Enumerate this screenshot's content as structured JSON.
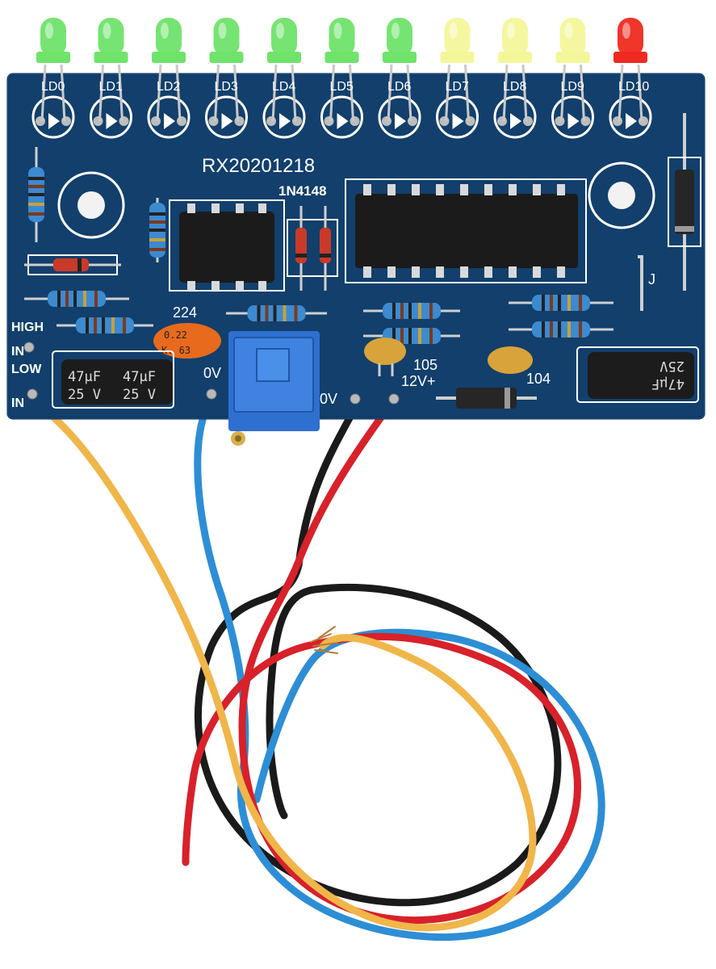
{
  "board": {
    "code": "RX20201218",
    "diode_part": "1N4148",
    "led_labels": [
      "LD0",
      "LD1",
      "LD2",
      "LD3",
      "LD4",
      "LD5",
      "LD6",
      "LD7",
      "LD8",
      "LD9",
      "LD10"
    ],
    "led_colors": [
      "#6fe36a",
      "#6fe36a",
      "#6fe36a",
      "#6fe36a",
      "#6fe36a",
      "#6fe36a",
      "#6fe36a",
      "#f3f79a",
      "#f3f79a",
      "#f3f79a",
      "#ef2a20"
    ],
    "label_high": "HIGH",
    "label_in_top": "IN",
    "label_low": "LOW",
    "label_in_bottom": "IN",
    "label_0v_left": "0V",
    "label_0v_right": "0V",
    "label_12v": "12V+",
    "label_jumper": "J",
    "cap_label_224": "224",
    "cap_label_105": "105",
    "cap_label_104": "104",
    "film_cap_top": "0.22",
    "film_cap_bottom": "K.  63",
    "elec_cap_left_value": "47μF",
    "elec_cap_left_voltage": "25 V",
    "elec_cap_mid_value": "47μF",
    "elec_cap_mid_voltage": "25 V",
    "elec_cap_right_value": "47μF",
    "elec_cap_right_voltage": "25V"
  },
  "colors": {
    "pcb": "#123f6c",
    "pcb_edge": "#0c2f55",
    "wire_yellow": "#f0b64a",
    "wire_blue": "#2d8ed6",
    "wire_red": "#d8212a",
    "wire_black": "#1a1a1a",
    "trimmer": "#2f6fd0"
  }
}
